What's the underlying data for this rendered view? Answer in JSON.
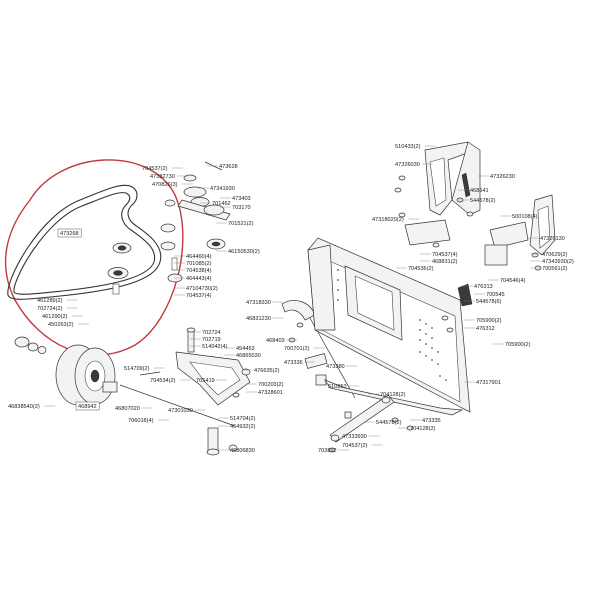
{
  "colors": {
    "callout": "#c0393b",
    "line": "#333333",
    "background": "#ffffff"
  },
  "labels": [
    {
      "id": "l01",
      "text": "704537(2)"
    },
    {
      "id": "l02",
      "text": "473628"
    },
    {
      "id": "l03",
      "text": "47382730"
    },
    {
      "id": "l04",
      "text": "470826(3)"
    },
    {
      "id": "l05",
      "text": "47341930"
    },
    {
      "id": "l06",
      "text": "701462"
    },
    {
      "id": "l07",
      "text": "473403"
    },
    {
      "id": "l08",
      "text": "703170"
    },
    {
      "id": "l09",
      "text": "473268"
    },
    {
      "id": "l10",
      "text": "701521(2)"
    },
    {
      "id": "l11",
      "text": "46150530(2)"
    },
    {
      "id": "l12",
      "text": "464460(4)"
    },
    {
      "id": "l13",
      "text": "701085(2)"
    },
    {
      "id": "l14",
      "text": "704538(4)"
    },
    {
      "id": "l15",
      "text": "464443(4)"
    },
    {
      "id": "l16",
      "text": "47104730(2)"
    },
    {
      "id": "l17",
      "text": "704537(4)"
    },
    {
      "id": "l18",
      "text": "461289(2)"
    },
    {
      "id": "l19",
      "text": "702724(2)"
    },
    {
      "id": "l20",
      "text": "461290(2)"
    },
    {
      "id": "l21",
      "text": "450263(2)"
    },
    {
      "id": "l22",
      "text": "46838540(2)"
    },
    {
      "id": "l23",
      "text": "468942"
    },
    {
      "id": "l24",
      "text": "46807020"
    },
    {
      "id": "l25",
      "text": "706018(4)"
    },
    {
      "id": "l26",
      "text": "514709(2)"
    },
    {
      "id": "l27",
      "text": "704534(2)"
    },
    {
      "id": "l28",
      "text": "47301030"
    },
    {
      "id": "l29",
      "text": "514704(2)"
    },
    {
      "id": "l30",
      "text": "464932(2)"
    },
    {
      "id": "l31",
      "text": "46806830"
    },
    {
      "id": "l32",
      "text": "702724"
    },
    {
      "id": "l33",
      "text": "702719"
    },
    {
      "id": "l34",
      "text": "514042(4)"
    },
    {
      "id": "l35",
      "text": "454453"
    },
    {
      "id": "l36",
      "text": "46865030"
    },
    {
      "id": "l37",
      "text": "705419"
    },
    {
      "id": "l38",
      "text": "476635(2)"
    },
    {
      "id": "l39",
      "text": "700203(2)"
    },
    {
      "id": "l40",
      "text": "47328601"
    },
    {
      "id": "l41",
      "text": "47318330"
    },
    {
      "id": "l42",
      "text": "46831230"
    },
    {
      "id": "l43",
      "text": "468403"
    },
    {
      "id": "l44",
      "text": "700701(2)"
    },
    {
      "id": "l45",
      "text": "473336"
    },
    {
      "id": "l46",
      "text": "473380"
    },
    {
      "id": "l47",
      "text": "510953"
    },
    {
      "id": "l48",
      "text": "510433(2)"
    },
    {
      "id": "l49",
      "text": "47326030"
    },
    {
      "id": "l50",
      "text": "468641"
    },
    {
      "id": "l51",
      "text": "47326230"
    },
    {
      "id": "l52",
      "text": "544578(2)"
    },
    {
      "id": "l53",
      "text": "47318020(2)"
    },
    {
      "id": "l54",
      "text": "500108(4)"
    },
    {
      "id": "l55",
      "text": "47326130"
    },
    {
      "id": "l56",
      "text": "704537(4)"
    },
    {
      "id": "l57",
      "text": "468831(2)"
    },
    {
      "id": "l58",
      "text": "470629(2)"
    },
    {
      "id": "l59",
      "text": "704536(2)"
    },
    {
      "id": "l60",
      "text": "47343930(2)"
    },
    {
      "id": "l61",
      "text": "700561(2)"
    },
    {
      "id": "l62",
      "text": "704546(4)"
    },
    {
      "id": "l63",
      "text": "476313"
    },
    {
      "id": "l64",
      "text": "700545"
    },
    {
      "id": "l65",
      "text": "544578(6)"
    },
    {
      "id": "l66",
      "text": "705900(2)"
    },
    {
      "id": "l67",
      "text": "476312"
    },
    {
      "id": "l68",
      "text": "705900(2)"
    },
    {
      "id": "l69",
      "text": "47317901"
    },
    {
      "id": "l70",
      "text": "704128(2)"
    },
    {
      "id": "l71",
      "text": "544578(2)"
    },
    {
      "id": "l72",
      "text": "473335"
    },
    {
      "id": "l73",
      "text": "704128(2)"
    },
    {
      "id": "l74",
      "text": "47333930"
    },
    {
      "id": "l75",
      "text": "704537(2)"
    },
    {
      "id": "l76",
      "text": "703892"
    }
  ]
}
